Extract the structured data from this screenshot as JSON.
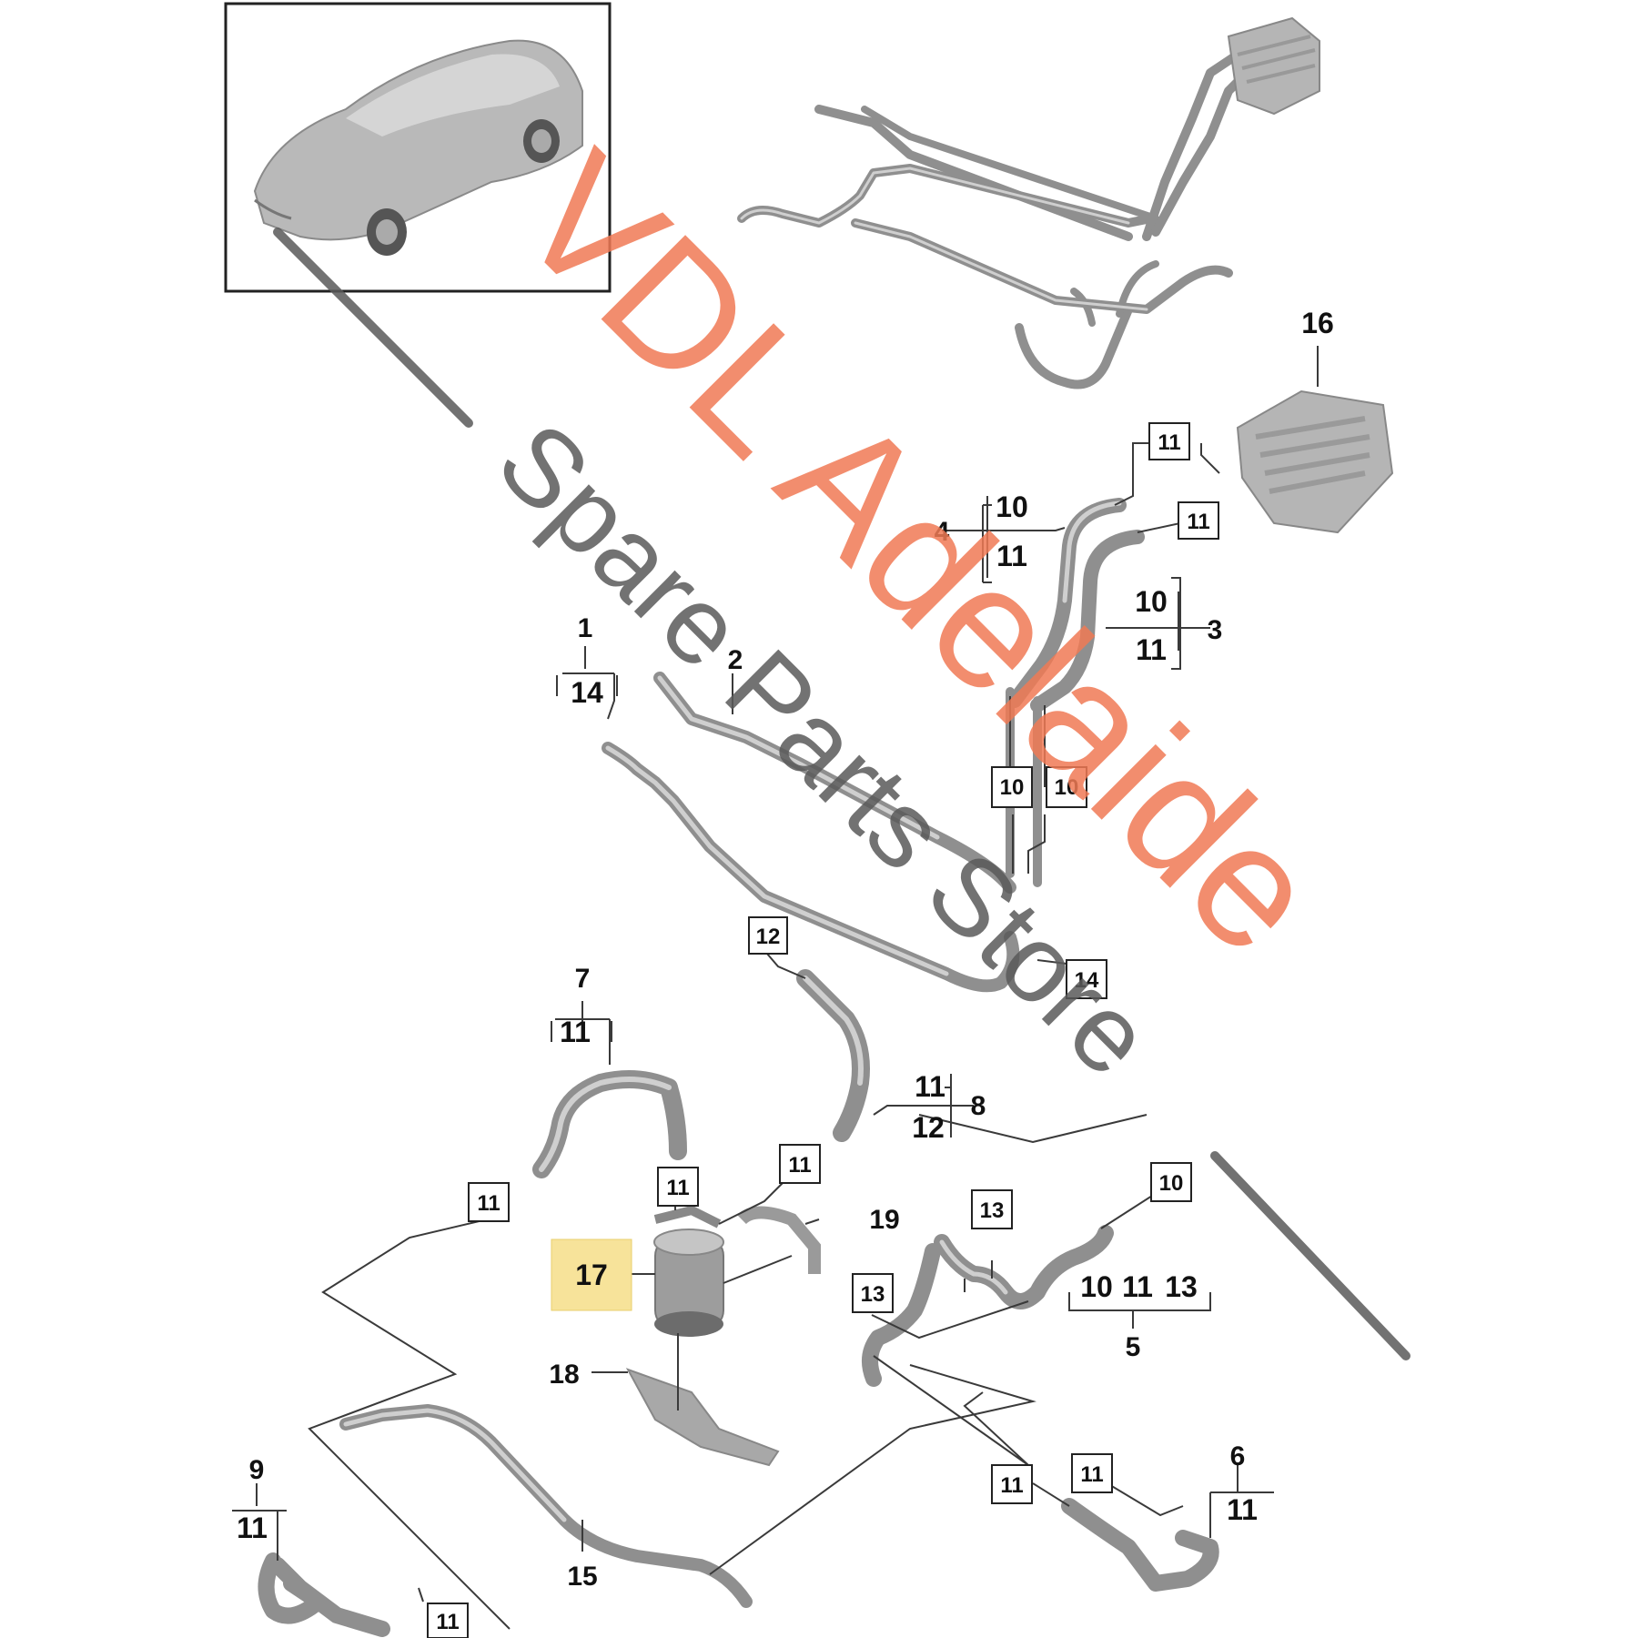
{
  "callouts": {
    "n1": "1",
    "n2": "2",
    "n3": "3",
    "n4": "4",
    "n5": "5",
    "n6": "6",
    "n7": "7",
    "n8": "8",
    "n9": "9",
    "n10": "10",
    "n11": "11",
    "n12": "12",
    "n13": "13",
    "n14": "14",
    "n15": "15",
    "n16": "16",
    "n17": "17",
    "n18": "18",
    "n19": "19"
  },
  "watermark": {
    "line1": "VDL Adelaide",
    "line2": "Spare Parts Store"
  },
  "colors": {
    "watermark_orange": "#f07a55",
    "watermark_grey": "#5a5a5a",
    "highlight": "#f7e39a"
  },
  "icons": [
    "car-thumbnail-icon",
    "coolant-pump-icon",
    "valve-block-icon"
  ]
}
